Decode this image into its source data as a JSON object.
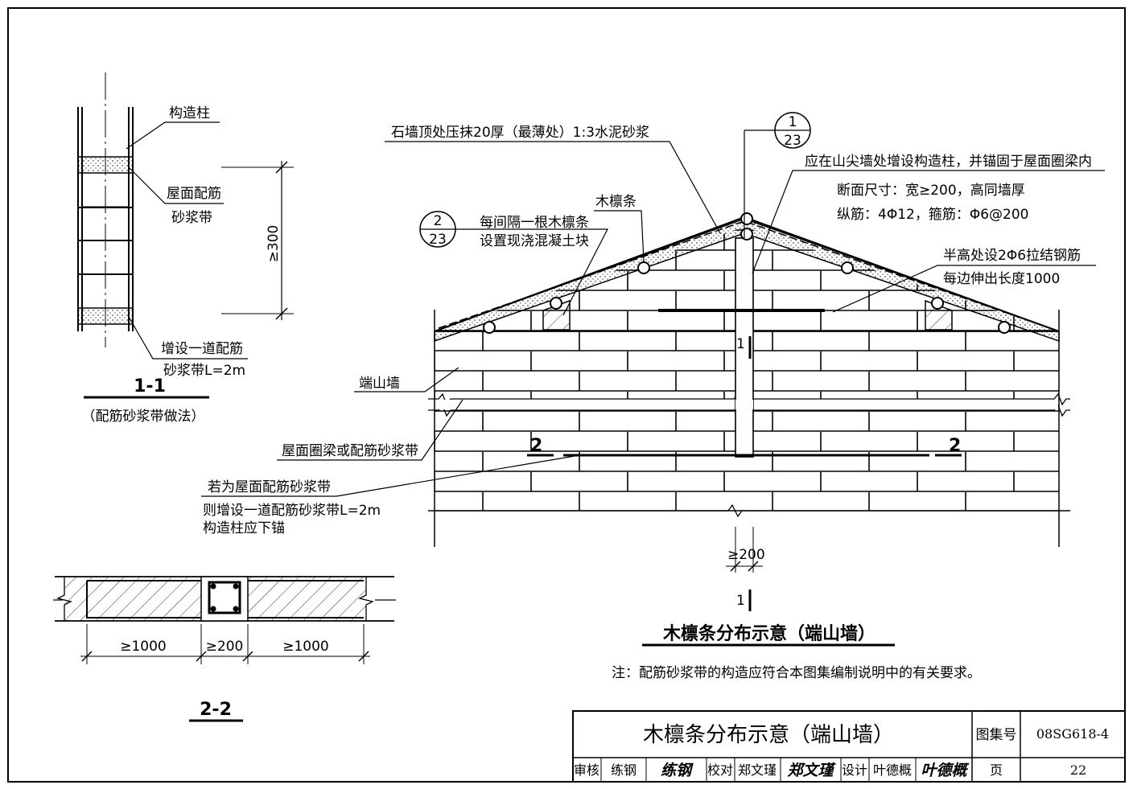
{
  "section_1_1": {
    "label_column": "构造柱",
    "label_mortar_1": "屋面配筋",
    "label_mortar_2": "砂浆带",
    "label_extra_1": "增设一道配筋",
    "label_extra_2": "砂浆带L=2m",
    "dim_height": "≥300",
    "title": "1-1",
    "subtitle": "（配筋砂浆带做法）"
  },
  "main": {
    "note_top": "石墙顶处压抹20厚（最薄处）1:3水泥砂浆",
    "ref_top": {
      "num": "1",
      "den": "23"
    },
    "note_column": "应在山尖墙处增设构造柱，并锚固于屋面圈梁内",
    "note_section": "断面尺寸：宽≥200，高同墙厚",
    "note_rebar": "纵筋：4Φ12，箍筋：Φ6@200",
    "label_purlin": "木檩条",
    "ref_left": {
      "num": "2",
      "den": "23"
    },
    "note_block_1": "每间隔一根木檩条",
    "note_block_2": "设置现浇混凝土块",
    "note_tie_1": "半高处设2Φ6拉结钢筋",
    "note_tie_2": "每边伸出长度1000",
    "label_gable": "端山墙",
    "label_ring_beam": "屋面圈梁或配筋砂浆带",
    "note_if_1": "若为屋面配筋砂浆带",
    "note_if_2": "则增设一道配筋砂浆带L=2m",
    "note_if_3": "构造柱应下锚",
    "cut_1": "1",
    "cut_2": "2",
    "dim_col": "≥200",
    "title": "木檩条分布示意（端山墙）",
    "note": "注：配筋砂浆带的构造应符合本图集编制说明中的有关要求。"
  },
  "section_2_2": {
    "dim_left": "≥1000",
    "dim_mid": "≥200",
    "dim_right": "≥1000",
    "title": "2-2"
  },
  "title_block": {
    "drawing_title": "木檩条分布示意（端山墙）",
    "atlas_label": "图集号",
    "atlas_no": "08SG618-4",
    "review_label": "审核",
    "review_name": "练钢",
    "review_sign": "练钢",
    "check_label": "校对",
    "check_name": "郑文瑾",
    "check_sign": "郑文瑾",
    "design_label": "设计",
    "design_name": "叶德概",
    "design_sign": "叶德概",
    "page_label": "页",
    "page_no": "22"
  }
}
